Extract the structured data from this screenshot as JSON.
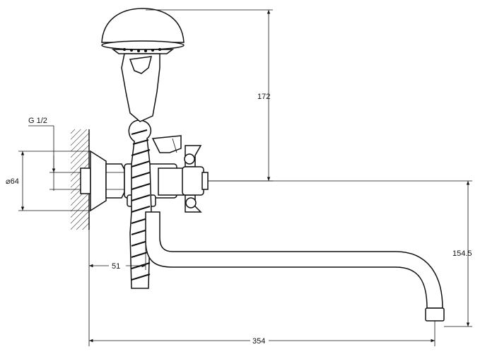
{
  "dimensions": {
    "thread": "G 1/2",
    "diameter": "⌀64",
    "height_shower": "172",
    "offset": "51",
    "height_spout": "154.5",
    "length_spout": "354"
  },
  "colors": {
    "ink": "#111111",
    "paper": "#ffffff"
  }
}
